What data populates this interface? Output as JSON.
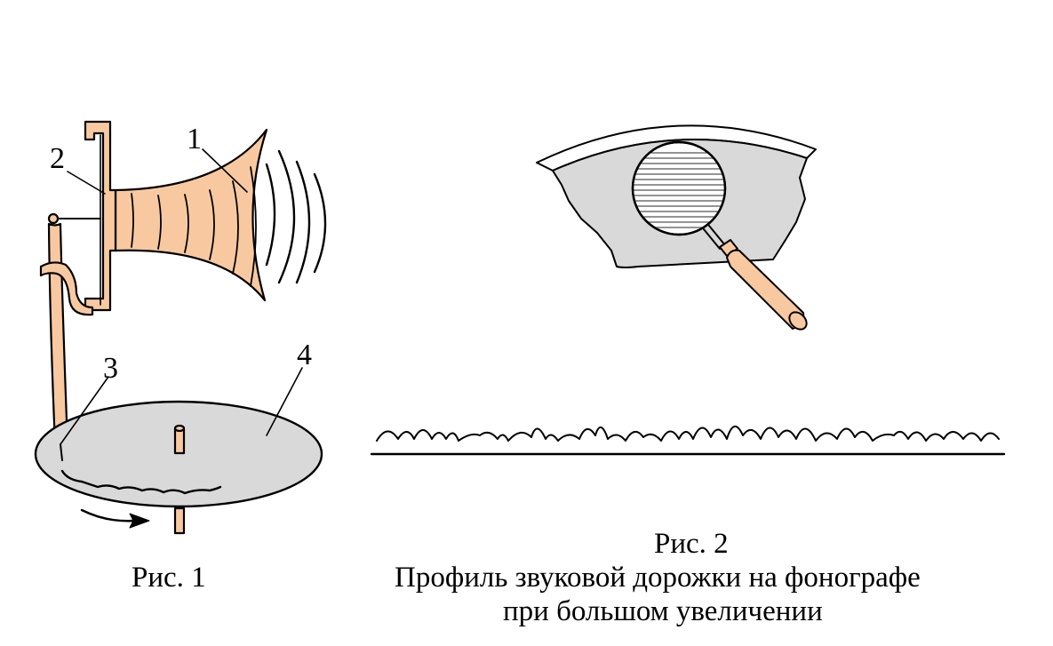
{
  "figure1": {
    "caption": "Рис. 1",
    "labels": {
      "horn": "1",
      "membrane": "2",
      "needle": "3",
      "record": "4"
    }
  },
  "figure2": {
    "caption_line1": "Рис. 2",
    "caption_line2": "Профиль звуковой дорожки на фонографе",
    "caption_line3": "при большом увеличении"
  },
  "colors": {
    "wood": "#f8c9a0",
    "disc": "#d9d9d9",
    "ink": "#000000",
    "paper": "#ffffff"
  },
  "icons": [
    "horn-icon",
    "magnifier-icon",
    "rotation-arrow-icon"
  ]
}
